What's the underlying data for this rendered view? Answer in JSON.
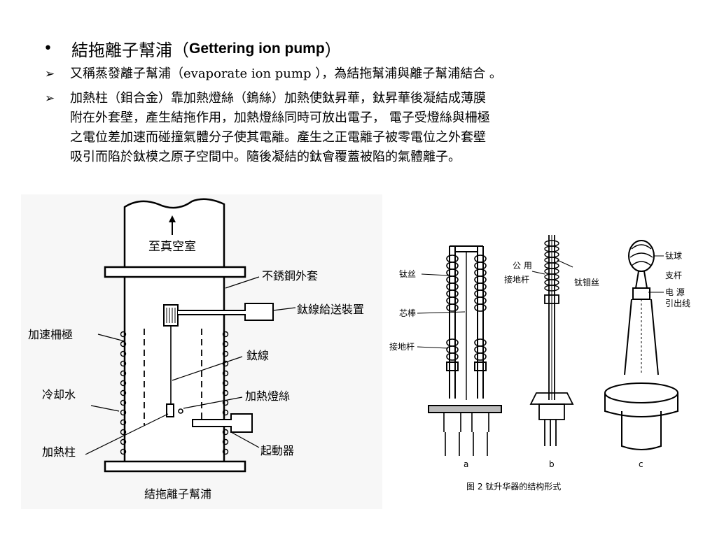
{
  "slide": {
    "bullet_symbol": "•",
    "title_zh": "結拖離子幫浦（",
    "title_en": "Gettering ion pump",
    "title_close": "）",
    "arrow_symbol": "➢",
    "item1": "又稱蒸發離子幫浦（evaporate ion pump ），為結拖幫浦與離子幫浦結合 。",
    "item2_lines": [
      "加熱柱（鉬合金）靠加熱燈絲（鎢絲）加熱使鈦昇華，鈦昇華後凝結成薄膜",
      "附在外套壁，產生結拖作用，加熱燈絲同時可放出電子， 電子受燈絲與柵極",
      "之電位差加速而碰撞氣體分子使其電離。產生之正電離子被零電位之外套壁",
      "吸引而陷於鈦模之原子空間中。隨後凝結的鈦會覆蓋被陷的氣體離子。"
    ]
  },
  "left_figure": {
    "labels": {
      "to_vacuum": "至真空室",
      "outer_jacket": "不銹鋼外套",
      "ti_feeder": "鈦線給送裝置",
      "accel_grid": "加速柵極",
      "ti_wire": "鈦線",
      "cooling_water": "冷却水",
      "heating_filament": "加熱燈絲",
      "heating_post": "加熱柱",
      "starter": "起動器",
      "caption": "結拖離子幫浦"
    }
  },
  "right_figure": {
    "labels": {
      "ti_wire": "钛丝",
      "core_rod": "芯棒",
      "ground_rod_a": "接地杆",
      "common_ground_1": "公 用",
      "common_ground_2": "接地杆",
      "ti_mo_wire": "钛钼丝",
      "ti_ball": "钛球",
      "support_rod": "支杆",
      "power_lead_1": "电 源",
      "power_lead_2": "引出线",
      "sub_a": "a",
      "sub_b": "b",
      "sub_c": "c",
      "caption": "图 2   钛升华器的结构形式"
    }
  }
}
